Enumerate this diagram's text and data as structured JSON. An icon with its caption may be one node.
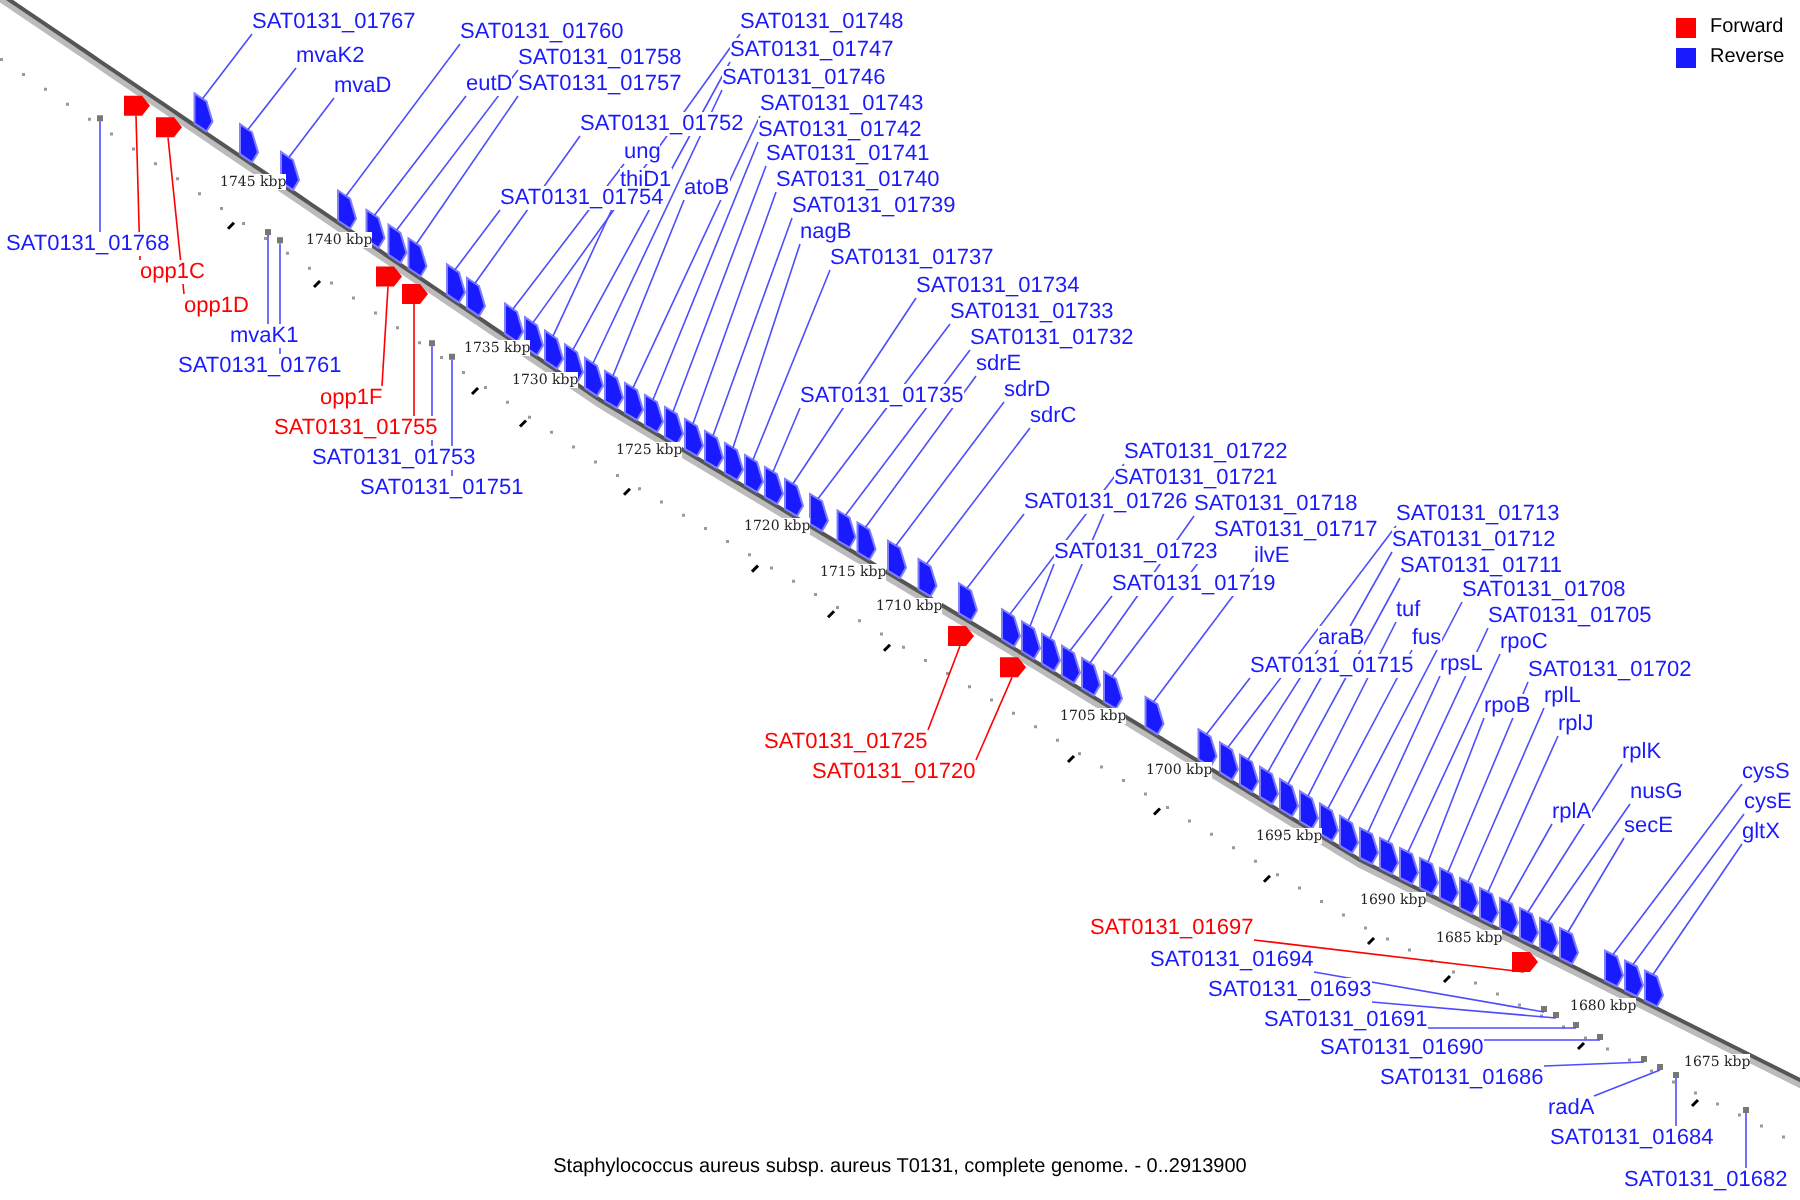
{
  "diagram": {
    "caption": "Staphylococcus aureus subsp. aureus T0131, complete genome. - 0..2913900",
    "nodes": [
      {
        "text": [
          "SAT0131_01767"
        ]
      },
      {
        "text": [
          "mvaK2"
        ]
      },
      {
        "text": [
          "mvaD"
        ]
      },
      {
        "text": [
          "SAT0131_01760"
        ]
      },
      {
        "text": [
          "SAT0131_01758"
        ]
      },
      {
        "text": [
          "eutD"
        ]
      },
      {
        "text": [
          "SAT0131_01757"
        ]
      },
      {
        "text": [
          "SAT0131_01748"
        ]
      },
      {
        "text": [
          "SAT0131_01747"
        ]
      },
      {
        "text": [
          "SAT0131_01746"
        ]
      },
      {
        "text": [
          "SAT0131_01752"
        ]
      },
      {
        "text": [
          "ung"
        ]
      },
      {
        "text": [
          "thiD1"
        ]
      },
      {
        "text": [
          "SAT0131_01754"
        ]
      },
      {
        "text": [
          "atoB"
        ]
      },
      {
        "text": [
          "SAT0131_01743"
        ]
      },
      {
        "text": [
          "SAT0131_01742"
        ]
      },
      {
        "text": [
          "SAT0131_01741"
        ]
      },
      {
        "text": [
          "SAT0131_01740"
        ]
      },
      {
        "text": [
          "SAT0131_01739"
        ]
      },
      {
        "text": [
          "nagB"
        ]
      },
      {
        "text": [
          "SAT0131_01737"
        ]
      },
      {
        "text": [
          "SAT0131_01734"
        ]
      },
      {
        "text": [
          "SAT0131_01733"
        ]
      },
      {
        "text": [
          "SAT0131_01732"
        ]
      },
      {
        "text": [
          "sdrE"
        ]
      },
      {
        "text": [
          "sdrD"
        ]
      },
      {
        "text": [
          "sdrC"
        ]
      },
      {
        "text": [
          "SAT0131_01735"
        ]
      },
      {
        "text": [
          "SAT0131_01722"
        ]
      },
      {
        "text": [
          "SAT0131_01721"
        ]
      },
      {
        "text": [
          "SAT0131_01726"
        ]
      },
      {
        "text": [
          "SAT0131_01718"
        ]
      },
      {
        "text": [
          "SAT0131_01717"
        ]
      },
      {
        "text": [
          "SAT0131_01723"
        ]
      },
      {
        "text": [
          "ilvE"
        ]
      },
      {
        "text": [
          "SAT0131_01719"
        ]
      },
      {
        "text": [
          "SAT0131_01713"
        ]
      },
      {
        "text": [
          "SAT0131_01712"
        ]
      },
      {
        "text": [
          "SAT0131_01711"
        ]
      },
      {
        "text": [
          "tuf"
        ]
      },
      {
        "text": [
          "fus"
        ]
      },
      {
        "text": [
          "SAT0131_01708"
        ]
      },
      {
        "text": [
          "araB"
        ]
      },
      {
        "text": [
          "SAT0131_01715"
        ]
      },
      {
        "text": [
          "SAT0131_01705"
        ]
      },
      {
        "text": [
          "rpoC"
        ]
      },
      {
        "text": [
          "rpsL"
        ]
      },
      {
        "text": [
          "SAT0131_01702"
        ]
      },
      {
        "text": [
          "rpoB"
        ]
      },
      {
        "text": [
          "rplL"
        ]
      },
      {
        "text": [
          "rplJ"
        ]
      },
      {
        "text": [
          "rplK"
        ]
      },
      {
        "text": [
          "nusG"
        ]
      },
      {
        "text": [
          "rplA"
        ]
      },
      {
        "text": [
          "secE"
        ]
      },
      {
        "text": [
          "cysS"
        ]
      },
      {
        "text": [
          "cysE"
        ]
      },
      {
        "text": [
          "gltX"
        ]
      },
      {
        "text": [
          "SAT0131_01768"
        ]
      },
      {
        "text": [
          "opp1C"
        ]
      },
      {
        "text": [
          "opp1D"
        ]
      },
      {
        "text": [
          "mvaK1"
        ]
      },
      {
        "text": [
          "SAT0131_01761"
        ]
      },
      {
        "text": [
          "opp1F"
        ]
      },
      {
        "text": [
          "SAT0131_01755"
        ]
      },
      {
        "text": [
          "SAT0131_01753"
        ]
      },
      {
        "text": [
          "SAT0131_01751"
        ]
      },
      {
        "text": [
          "SAT0131_01725"
        ]
      },
      {
        "text": [
          "SAT0131_01720"
        ]
      },
      {
        "text": [
          "SAT0131_01697"
        ]
      },
      {
        "text": [
          "SAT0131_01694"
        ]
      },
      {
        "text": [
          "SAT0131_01693"
        ]
      },
      {
        "text": [
          "SAT0131_01691"
        ]
      },
      {
        "text": [
          "SAT0131_01690"
        ]
      },
      {
        "text": [
          "SAT0131_01686"
        ]
      },
      {
        "text": [
          "radA"
        ]
      },
      {
        "text": [
          "SAT0131_01684"
        ]
      },
      {
        "text": [
          "SAT0131_01682"
        ]
      },
      {
        "text": [],
        "shape": "box"
      },
      {
        "text": [],
        "shape": "box"
      },
      {
        "text": [],
        "shape": "box"
      },
      {
        "text": [],
        "shape": "box"
      },
      {
        "text": [],
        "shape": "box"
      },
      {
        "text": [],
        "shape": "box"
      },
      {
        "text": [],
        "shape": "box"
      },
      {
        "text": [],
        "shape": "box"
      },
      {
        "text": [],
        "shape": "box"
      },
      {
        "text": [],
        "shape": "box"
      },
      {
        "text": [],
        "shape": "box"
      },
      {
        "text": [],
        "shape": "box"
      },
      {
        "text": [],
        "shape": "box"
      },
      {
        "text": [],
        "shape": "box"
      },
      {
        "text": [],
        "shape": "box"
      },
      {
        "text": [],
        "shape": "box"
      },
      {
        "text": [],
        "shape": "box"
      },
      {
        "text": [],
        "shape": "box"
      },
      {
        "text": [],
        "shape": "box"
      },
      {
        "text": [],
        "shape": "box"
      },
      {
        "text": [],
        "shape": "box"
      },
      {
        "text": [],
        "shape": "box"
      },
      {
        "text": [],
        "shape": "box"
      },
      {
        "text": [],
        "shape": "box"
      },
      {
        "text": [],
        "shape": "box"
      },
      {
        "text": [],
        "shape": "box"
      },
      {
        "text": [],
        "shape": "box"
      },
      {
        "text": [],
        "shape": "box"
      },
      {
        "text": [],
        "shape": "box"
      },
      {
        "text": [],
        "shape": "box"
      },
      {
        "text": [],
        "shape": "box"
      },
      {
        "text": [],
        "shape": "box"
      },
      {
        "text": [],
        "shape": "box"
      },
      {
        "text": [],
        "shape": "box"
      },
      {
        "text": [],
        "shape": "box"
      },
      {
        "text": [],
        "shape": "box"
      },
      {
        "text": [],
        "shape": "box"
      },
      {
        "text": [],
        "shape": "box"
      },
      {
        "text": [],
        "shape": "box"
      },
      {
        "text": [],
        "shape": "box"
      },
      {
        "text": [],
        "shape": "box"
      },
      {
        "text": [],
        "shape": "box"
      },
      {
        "text": [],
        "shape": "box"
      },
      {
        "text": [],
        "shape": "box"
      },
      {
        "text": [],
        "shape": "box"
      },
      {
        "text": [],
        "shape": "box"
      },
      {
        "text": [],
        "shape": "box"
      },
      {
        "text": [],
        "shape": "box"
      },
      {
        "text": [],
        "shape": "box"
      },
      {
        "text": [],
        "shape": "box"
      },
      {
        "text": [],
        "shape": "box"
      },
      {
        "text": [],
        "shape": "box"
      },
      {
        "text": [],
        "shape": "box"
      },
      {
        "text": [],
        "shape": "box"
      },
      {
        "text": [],
        "shape": "box"
      },
      {
        "text": [],
        "shape": "box"
      },
      {
        "text": [],
        "shape": "box"
      },
      {
        "text": [],
        "shape": "box"
      },
      {
        "text": [],
        "shape": "box"
      },
      {
        "text": [],
        "shape": "dot"
      },
      {
        "text": [],
        "shape": "box"
      },
      {
        "text": [],
        "shape": "box"
      },
      {
        "text": [],
        "shape": "dot"
      },
      {
        "text": [],
        "shape": "dot"
      },
      {
        "text": [],
        "shape": "box"
      },
      {
        "text": [],
        "shape": "box"
      },
      {
        "text": [],
        "shape": "dot"
      },
      {
        "text": [],
        "shape": "dot"
      },
      {
        "text": [],
        "shape": "box"
      },
      {
        "text": [],
        "shape": "box"
      },
      {
        "text": [],
        "shape": "box"
      },
      {
        "text": [],
        "shape": "dot"
      },
      {
        "text": [],
        "shape": "dot"
      },
      {
        "text": [],
        "shape": "dot"
      },
      {
        "text": [],
        "shape": "dot"
      },
      {
        "text": [],
        "shape": "dot"
      },
      {
        "text": [],
        "shape": "dot"
      },
      {
        "text": [],
        "shape": "dot"
      },
      {
        "text": [],
        "shape": "dot"
      }
    ],
    "edges": [
      {
        "from": 0,
        "to": 79,
        "arrow": "none"
      },
      {
        "from": 1,
        "to": 80,
        "arrow": "none"
      },
      {
        "from": 2,
        "to": 81,
        "arrow": "none"
      },
      {
        "from": 3,
        "to": 82,
        "arrow": "none"
      },
      {
        "from": 4,
        "to": 83,
        "arrow": "none"
      },
      {
        "from": 5,
        "to": 84,
        "arrow": "none"
      },
      {
        "from": 6,
        "to": 85,
        "arrow": "none"
      },
      {
        "from": 7,
        "to": 86,
        "arrow": "none"
      },
      {
        "from": 8,
        "to": 87,
        "arrow": "none"
      },
      {
        "from": 9,
        "to": 88,
        "arrow": "none"
      },
      {
        "from": 10,
        "to": 89,
        "arrow": "none"
      },
      {
        "from": 11,
        "to": 90,
        "arrow": "none"
      },
      {
        "from": 12,
        "to": 91,
        "arrow": "none"
      },
      {
        "from": 13,
        "to": 92,
        "arrow": "none"
      },
      {
        "from": 14,
        "to": 93,
        "arrow": "none"
      },
      {
        "from": 15,
        "to": 94,
        "arrow": "none"
      },
      {
        "from": 16,
        "to": 95,
        "arrow": "none"
      },
      {
        "from": 17,
        "to": 96,
        "arrow": "none"
      },
      {
        "from": 18,
        "to": 97,
        "arrow": "none"
      },
      {
        "from": 19,
        "to": 98,
        "arrow": "none"
      },
      {
        "from": 20,
        "to": 99,
        "arrow": "none"
      },
      {
        "from": 21,
        "to": 100,
        "arrow": "none"
      },
      {
        "from": 22,
        "to": 101,
        "arrow": "none"
      },
      {
        "from": 23,
        "to": 102,
        "arrow": "none"
      },
      {
        "from": 24,
        "to": 103,
        "arrow": "none"
      },
      {
        "from": 25,
        "to": 104,
        "arrow": "none"
      },
      {
        "from": 26,
        "to": 105,
        "arrow": "none"
      },
      {
        "from": 27,
        "to": 106,
        "arrow": "none"
      },
      {
        "from": 28,
        "to": 107,
        "arrow": "none"
      },
      {
        "from": 29,
        "to": 108,
        "arrow": "none"
      },
      {
        "from": 30,
        "to": 109,
        "arrow": "none"
      },
      {
        "from": 31,
        "to": 110,
        "arrow": "none"
      },
      {
        "from": 32,
        "to": 111,
        "arrow": "none"
      },
      {
        "from": 33,
        "to": 112,
        "arrow": "none"
      },
      {
        "from": 34,
        "to": 113,
        "arrow": "none"
      },
      {
        "from": 35,
        "to": 114,
        "arrow": "none"
      },
      {
        "from": 36,
        "to": 115,
        "arrow": "none"
      },
      {
        "from": 37,
        "to": 116,
        "arrow": "none"
      },
      {
        "from": 38,
        "to": 117,
        "arrow": "none"
      },
      {
        "from": 39,
        "to": 118,
        "arrow": "none"
      },
      {
        "from": 40,
        "to": 119,
        "arrow": "none"
      },
      {
        "from": 41,
        "to": 120,
        "arrow": "none"
      },
      {
        "from": 42,
        "to": 121,
        "arrow": "none"
      },
      {
        "from": 43,
        "to": 122,
        "arrow": "none"
      },
      {
        "from": 44,
        "to": 123,
        "arrow": "none"
      },
      {
        "from": 45,
        "to": 124,
        "arrow": "none"
      },
      {
        "from": 46,
        "to": 125,
        "arrow": "none"
      },
      {
        "from": 47,
        "to": 126,
        "arrow": "none"
      },
      {
        "from": 48,
        "to": 127,
        "arrow": "none"
      },
      {
        "from": 49,
        "to": 128,
        "arrow": "none"
      },
      {
        "from": 50,
        "to": 129,
        "arrow": "none"
      },
      {
        "from": 51,
        "to": 130,
        "arrow": "none"
      },
      {
        "from": 52,
        "to": 131,
        "arrow": "none"
      },
      {
        "from": 53,
        "to": 132,
        "arrow": "none"
      },
      {
        "from": 54,
        "to": 133,
        "arrow": "none"
      },
      {
        "from": 55,
        "to": 134,
        "arrow": "none"
      },
      {
        "from": 56,
        "to": 135,
        "arrow": "none"
      },
      {
        "from": 57,
        "to": 136,
        "arrow": "none"
      },
      {
        "from": 58,
        "to": 137,
        "arrow": "none"
      },
      {
        "from": 59,
        "to": 138,
        "arrow": "none"
      },
      {
        "from": 60,
        "to": 139,
        "arrow": "none",
        "color": "#ff0000"
      },
      {
        "from": 61,
        "to": 140,
        "arrow": "none",
        "color": "#ff0000"
      },
      {
        "from": 62,
        "to": 141,
        "arrow": "none"
      },
      {
        "from": 63,
        "to": 142,
        "arrow": "none"
      },
      {
        "from": 64,
        "to": 143,
        "arrow": "none",
        "color": "#ff0000"
      },
      {
        "from": 65,
        "to": 144,
        "arrow": "none",
        "color": "#ff0000"
      },
      {
        "from": 66,
        "to": 145,
        "arrow": "none"
      },
      {
        "from": 67,
        "to": 146,
        "arrow": "none"
      },
      {
        "from": 68,
        "to": 147,
        "arrow": "none",
        "color": "#ff0000"
      },
      {
        "from": 69,
        "to": 148,
        "arrow": "none",
        "color": "#ff0000"
      },
      {
        "from": 70,
        "to": 149,
        "arrow": "none",
        "color": "#ff0000"
      },
      {
        "from": 71,
        "to": 150,
        "arrow": "none"
      },
      {
        "from": 72,
        "to": 151,
        "arrow": "none"
      },
      {
        "from": 73,
        "to": 152,
        "arrow": "none"
      },
      {
        "from": 74,
        "to": 153,
        "arrow": "none"
      },
      {
        "from": 75,
        "to": 154,
        "arrow": "none"
      },
      {
        "from": 76,
        "to": 155,
        "arrow": "none"
      },
      {
        "from": 77,
        "to": 156,
        "arrow": "none"
      },
      {
        "from": 78,
        "to": 157,
        "arrow": "none"
      }
    ],
    "labels": [
      "1745 kbp",
      "1740 kbp",
      "1735 kbp",
      "1730 kbp",
      "1725 kbp",
      "1720 kbp",
      "1715 kbp",
      "1710 kbp",
      "1705 kbp",
      "1700 kbp",
      "1695 kbp",
      "1690 kbp",
      "1685 kbp",
      "1680 kbp",
      "1675 kbp"
    ],
    "legend": [
      {
        "text": "Forward",
        "color": "#ff0000"
      },
      {
        "text": "Reverse",
        "color": "#1a1aff"
      }
    ]
  }
}
